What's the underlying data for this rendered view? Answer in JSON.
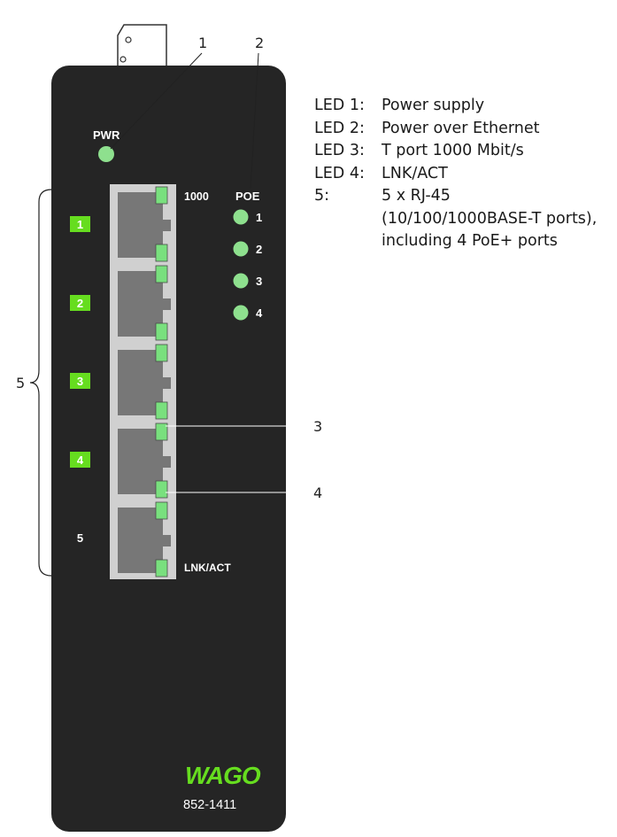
{
  "device": {
    "pwr_label": "PWR",
    "poe_label": "POE",
    "speed_label": "1000",
    "lnk_label": "LNK/ACT",
    "port_numbers": [
      "1",
      "2",
      "3",
      "4",
      "5"
    ],
    "poe_led_numbers": [
      "1",
      "2",
      "3",
      "4"
    ],
    "logo_text": "WAGO",
    "model_number": "852-1411"
  },
  "callouts": {
    "pwr": "1",
    "poe": "2",
    "speed": "3",
    "lnk": "4",
    "ports": "5"
  },
  "legend": [
    {
      "key": "LED 1:",
      "value": "Power supply"
    },
    {
      "key": "LED 2:",
      "value": "Power over Ethernet"
    },
    {
      "key": "LED 3:",
      "value": "T port 1000 Mbit/s"
    },
    {
      "key": "LED 4:",
      "value": "LNK/ACT"
    },
    {
      "key": "5:",
      "value": "5 x RJ-45 (10/100/1000BASE-T ports), including 4 PoE+ ports"
    }
  ],
  "colors": {
    "housing": "#252525",
    "led_on": "#8ee08e",
    "led_port": "#79e07e",
    "port_label_bg": "#66dd1f",
    "port_panel": "#d0d0d0",
    "jack": "#777777",
    "logo": "#66dd1f"
  }
}
